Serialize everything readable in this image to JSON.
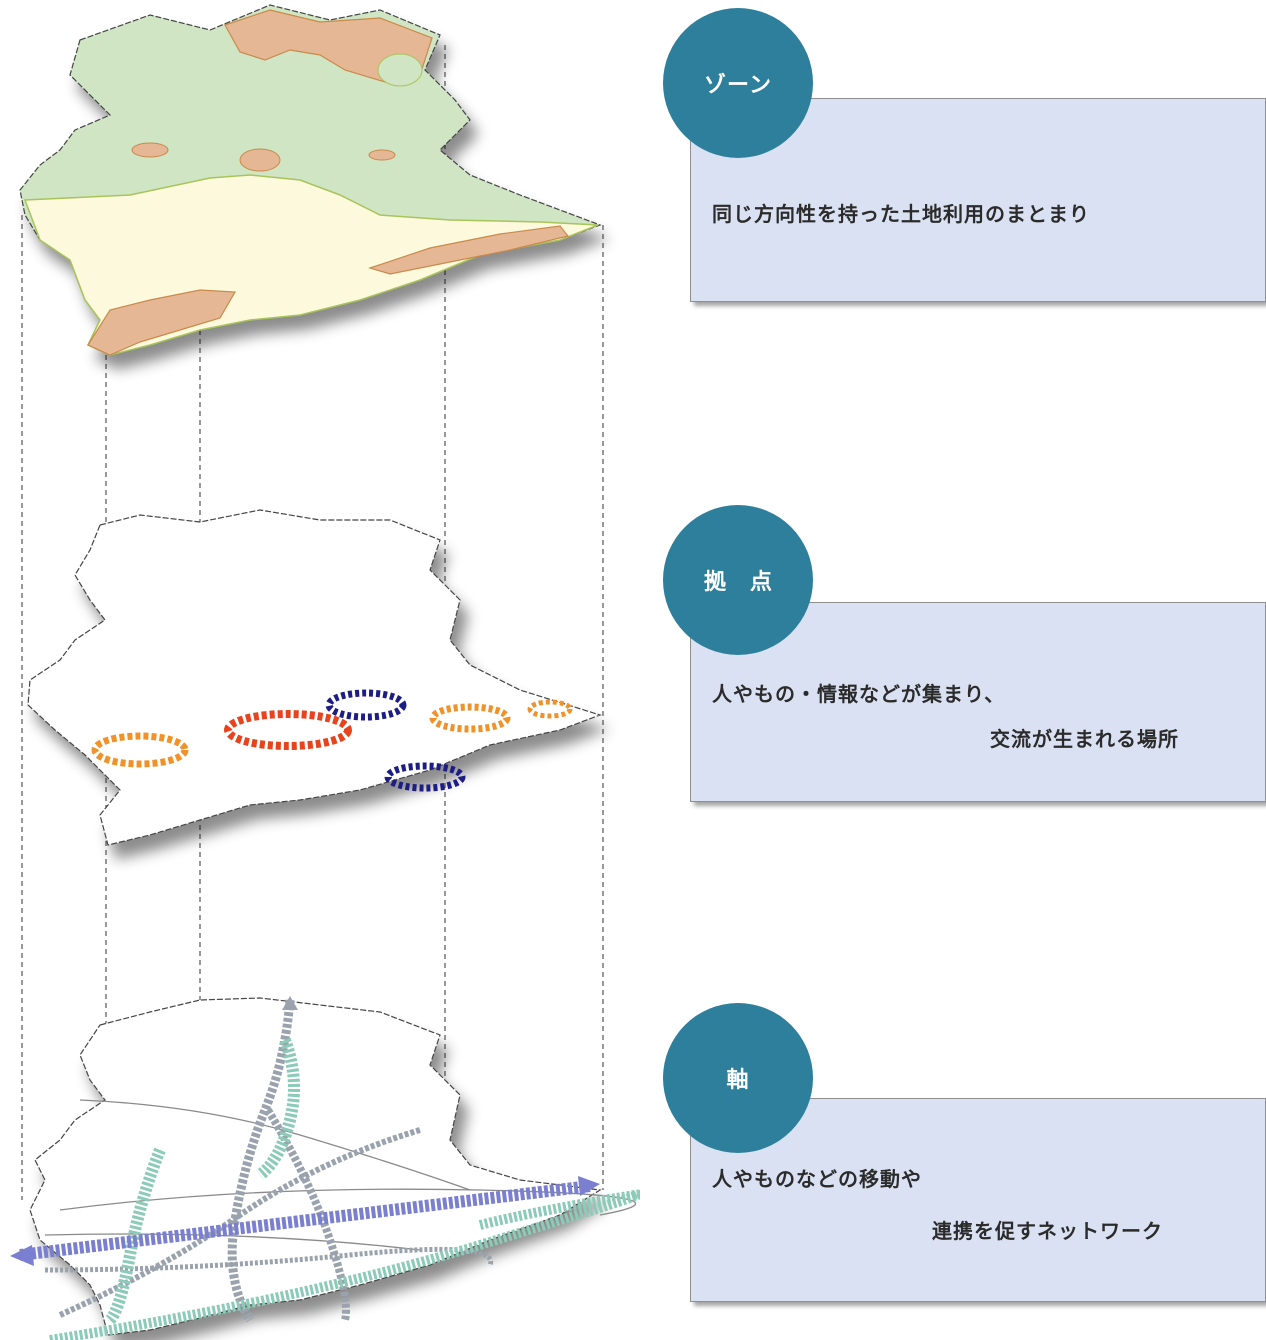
{
  "sections": [
    {
      "title": "ゾーン",
      "description": [
        "同じ方向性を持った土地利用のまとまり"
      ]
    },
    {
      "title": "拠点",
      "description": [
        "人やもの・情報などが集まり、",
        "交流が生まれる場所"
      ]
    },
    {
      "title": "軸",
      "description": [
        "人やものなどの移動や",
        "連携を促すネットワーク"
      ]
    }
  ],
  "colors": {
    "circle": "#2e7f9b",
    "panel": "#d9e1f2",
    "zone_green": "#cfe5c4",
    "zone_yellow": "#fdf9dd",
    "zone_orange": "#e6b795",
    "hub_orange": "#f0922a",
    "hub_red": "#e8431c",
    "hub_navy": "#1d1d86",
    "axis_purple": "#7a7fd0",
    "axis_teal": "#8ccbb7",
    "axis_gray": "#9aa3ad"
  }
}
